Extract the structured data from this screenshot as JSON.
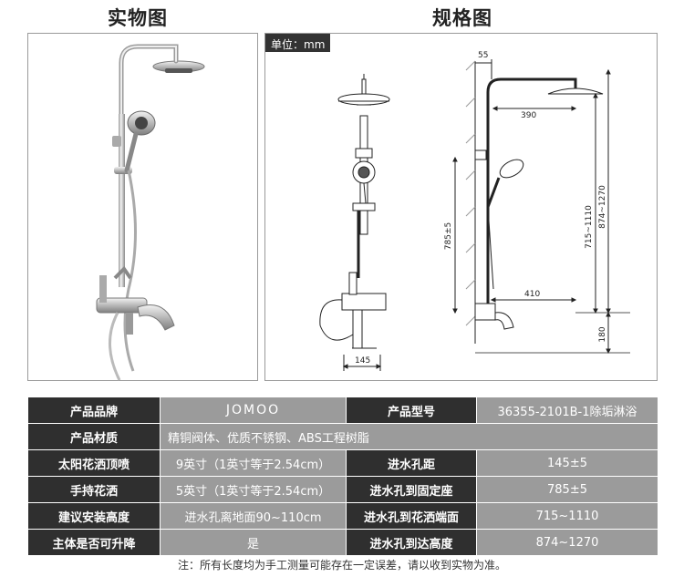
{
  "headings": {
    "photo": "实物图",
    "spec": "规格图"
  },
  "spec_drawing": {
    "unit": "单位：mm",
    "dimensions": {
      "wall_offset": "55",
      "top_arm": "390",
      "pipe_height_1": "715~1110",
      "pipe_height_2": "874~1270",
      "mount_height": "785±5",
      "lower_arm": "410",
      "base_height": "180",
      "hole_spacing": "145"
    }
  },
  "table": {
    "rows": [
      [
        {
          "t": "产品品牌",
          "k": "lbl"
        },
        {
          "t": "JOMOO",
          "k": "val brand"
        },
        {
          "t": "产品型号",
          "k": "lbl"
        },
        {
          "t": "36355-2101B-1除垢淋浴",
          "k": "val"
        }
      ],
      [
        {
          "t": "产品材质",
          "k": "lbl"
        },
        {
          "t": "精铜阀体、优质不锈钢、ABS工程树脂",
          "k": "val left",
          "span": 3
        }
      ],
      [
        {
          "t": "太阳花洒顶喷",
          "k": "lbl"
        },
        {
          "t": "9英寸（1英寸等于2.54cm）",
          "k": "val"
        },
        {
          "t": "进水孔距",
          "k": "lbl"
        },
        {
          "t": "145±5",
          "k": "val"
        }
      ],
      [
        {
          "t": "手持花洒",
          "k": "lbl"
        },
        {
          "t": "5英寸（1英寸等于2.54cm）",
          "k": "val"
        },
        {
          "t": "进水孔到固定座",
          "k": "lbl"
        },
        {
          "t": "785±5",
          "k": "val"
        }
      ],
      [
        {
          "t": "建议安装高度",
          "k": "lbl"
        },
        {
          "t": "进水孔离地面90~110cm",
          "k": "val"
        },
        {
          "t": "进水孔到花洒端面",
          "k": "lbl"
        },
        {
          "t": "715~1110",
          "k": "val"
        }
      ],
      [
        {
          "t": "主体是否可升降",
          "k": "lbl"
        },
        {
          "t": "是",
          "k": "val"
        },
        {
          "t": "进水孔到达高度",
          "k": "lbl"
        },
        {
          "t": "874~1270",
          "k": "val"
        }
      ]
    ]
  },
  "note": "注：所有长度均为手工测量可能存在一定误差，请以收到实物为准。",
  "colors": {
    "label_bg": "#2f2f2f",
    "value_bg": "#9b9b9b",
    "line": "#222222"
  }
}
